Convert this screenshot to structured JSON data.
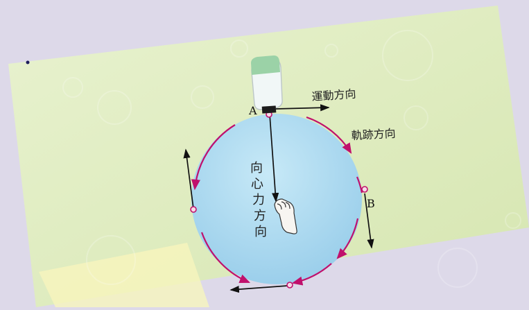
{
  "labels": {
    "motion_direction": "運動方向",
    "trajectory_direction": "軌跡方向",
    "centripetal_force_direction": [
      "向",
      "心",
      "力",
      "方",
      "向"
    ],
    "point_a": "A",
    "point_b": "B"
  },
  "colors": {
    "background": "#ddd9e9",
    "card_green_light": "#eef5d4",
    "card_green": "#d7e7b2",
    "circle_fill": "#9ed3ec",
    "circle_fill_light": "#c7e9f7",
    "trajectory_arc": "#c0106c",
    "arrow": "#111111",
    "marker_stroke": "#c0106c",
    "bottle_liquid": "#9bd2a7"
  }
}
